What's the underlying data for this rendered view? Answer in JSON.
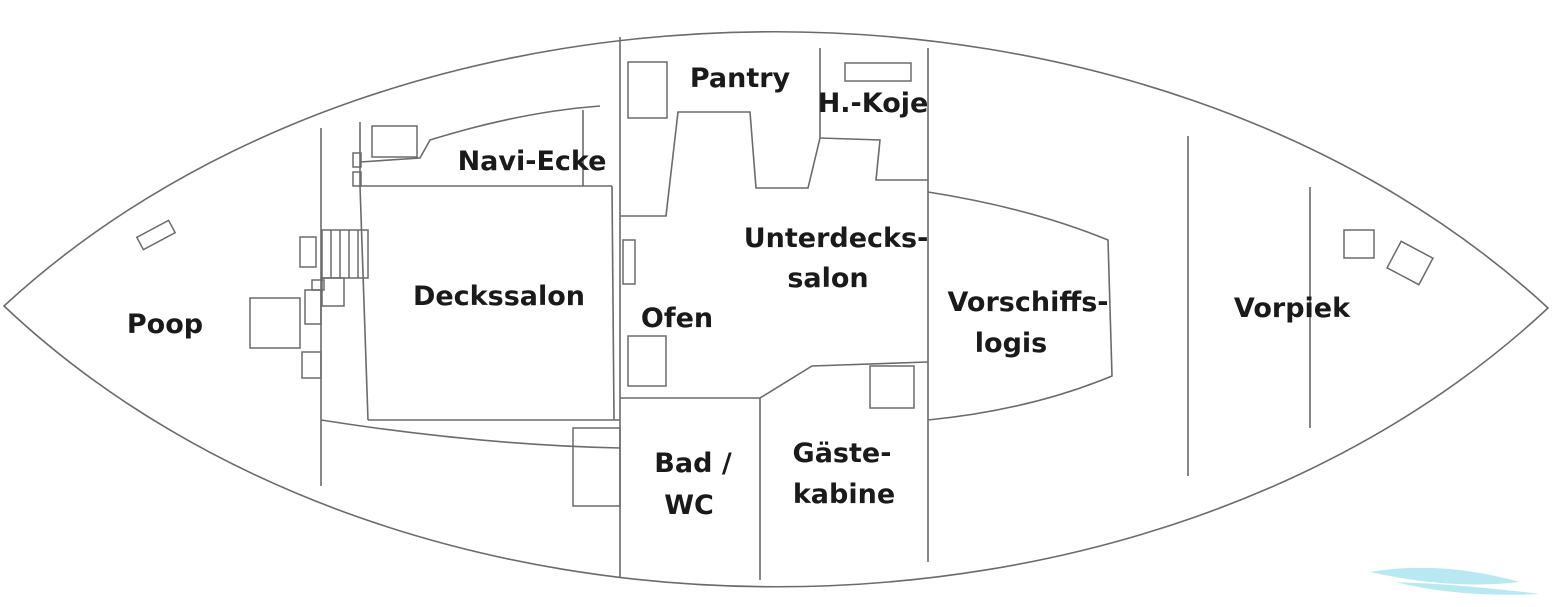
{
  "rooms": {
    "poop": "Poop",
    "navi_ecke": "Navi-Ecke",
    "deckssalon": "Deckssalon",
    "pantry": "Pantry",
    "hundekoje": "H.-Koje",
    "unterdeckssalon_1": "Unterdecks-",
    "unterdeckssalon_2": "salon",
    "ofen": "Ofen",
    "bad_1": "Bad /",
    "bad_2": "WC",
    "gaestekabine_1": "Gäste-",
    "gaestekabine_2": "kabine",
    "vorschiffslogis_1": "Vorschiffs-",
    "vorschiffslogis_2": "logis",
    "vorpiek": "Vorpiek"
  },
  "colors": {
    "line": "#6b6b6b",
    "text": "#1a1a1a",
    "watermark": "#7fd8ea"
  }
}
